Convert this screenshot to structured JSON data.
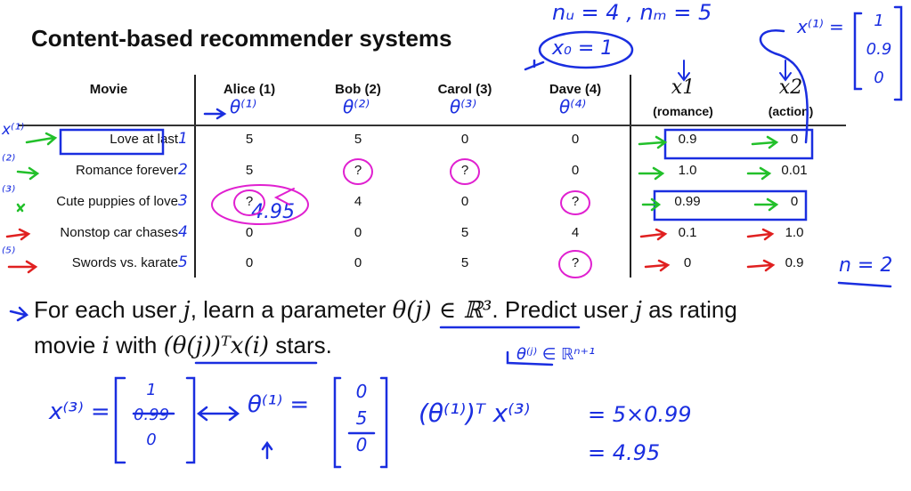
{
  "title": "Content-based recommender systems",
  "table": {
    "headers": [
      "Movie",
      "Alice (1)",
      "Bob (2)",
      "Carol (3)",
      "Dave (4)"
    ],
    "feature_headers": [
      {
        "symbol": "x1",
        "label": "(romance)"
      },
      {
        "symbol": "x2",
        "label": "(action)"
      }
    ],
    "rows": [
      {
        "movie": "Love at last",
        "ratings": [
          "5",
          "5",
          "0",
          "0"
        ],
        "x1": "0.9",
        "x2": "0"
      },
      {
        "movie": "Romance forever",
        "ratings": [
          "5",
          "?",
          "?",
          "0"
        ],
        "x1": "1.0",
        "x2": "0.01"
      },
      {
        "movie": "Cute puppies of love",
        "ratings": [
          "?",
          "4",
          "0",
          "?"
        ],
        "x1": "0.99",
        "x2": "0"
      },
      {
        "movie": "Nonstop car chases",
        "ratings": [
          "0",
          "0",
          "5",
          "4"
        ],
        "x1": "0.1",
        "x2": "1.0"
      },
      {
        "movie": "Swords vs. karate",
        "ratings": [
          "0",
          "0",
          "5",
          "?"
        ],
        "x1": "0",
        "x2": "0.9"
      }
    ]
  },
  "text": {
    "line1_a": "For each user ",
    "line1_j": "j",
    "line1_b": ", learn a parameter ",
    "line1_theta": "θ(j) ∈ ℝ³",
    "line1_c": ". Predict user ",
    "line1_j2": "j",
    "line1_d": " as rating",
    "line2_a": "movie ",
    "line2_i": "i",
    "line2_b": " with ",
    "line2_expr": "(θ(j))ᵀx(i)",
    "line2_c": " stars."
  },
  "annotations": {
    "nu_nm": "nᵤ = 4 , nₘ = 5",
    "x0": "x₀ = 1",
    "x1_vec_label": "x⁽¹⁾ =",
    "x1_vec": [
      "1",
      "0.9",
      "0"
    ],
    "theta_labels": [
      "θ⁽¹⁾",
      "θ⁽²⁾",
      "θ⁽³⁾",
      "θ⁽⁴⁾"
    ],
    "row_labels": [
      "x⁽¹⁾",
      "⁽²⁾",
      "⁽³⁾",
      "",
      "⁽⁵⁾"
    ],
    "row_numbers": [
      "1",
      "2",
      "3",
      "4",
      "5"
    ],
    "prediction": "4.95",
    "n": "n = 2",
    "theta_dim": "θ⁽ʲ⁾ ∈ ℝⁿ⁺¹",
    "x3_label": "x⁽³⁾ =",
    "x3_vec": [
      "1",
      "0.99",
      "0"
    ],
    "theta1_label": "θ⁽¹⁾ =",
    "theta1_vec": [
      "0",
      "5",
      "0"
    ],
    "dot_expr": "(θ⁽¹⁾)ᵀ x⁽³⁾",
    "calc1": "= 5×0.99",
    "calc2": "= 4.95"
  }
}
